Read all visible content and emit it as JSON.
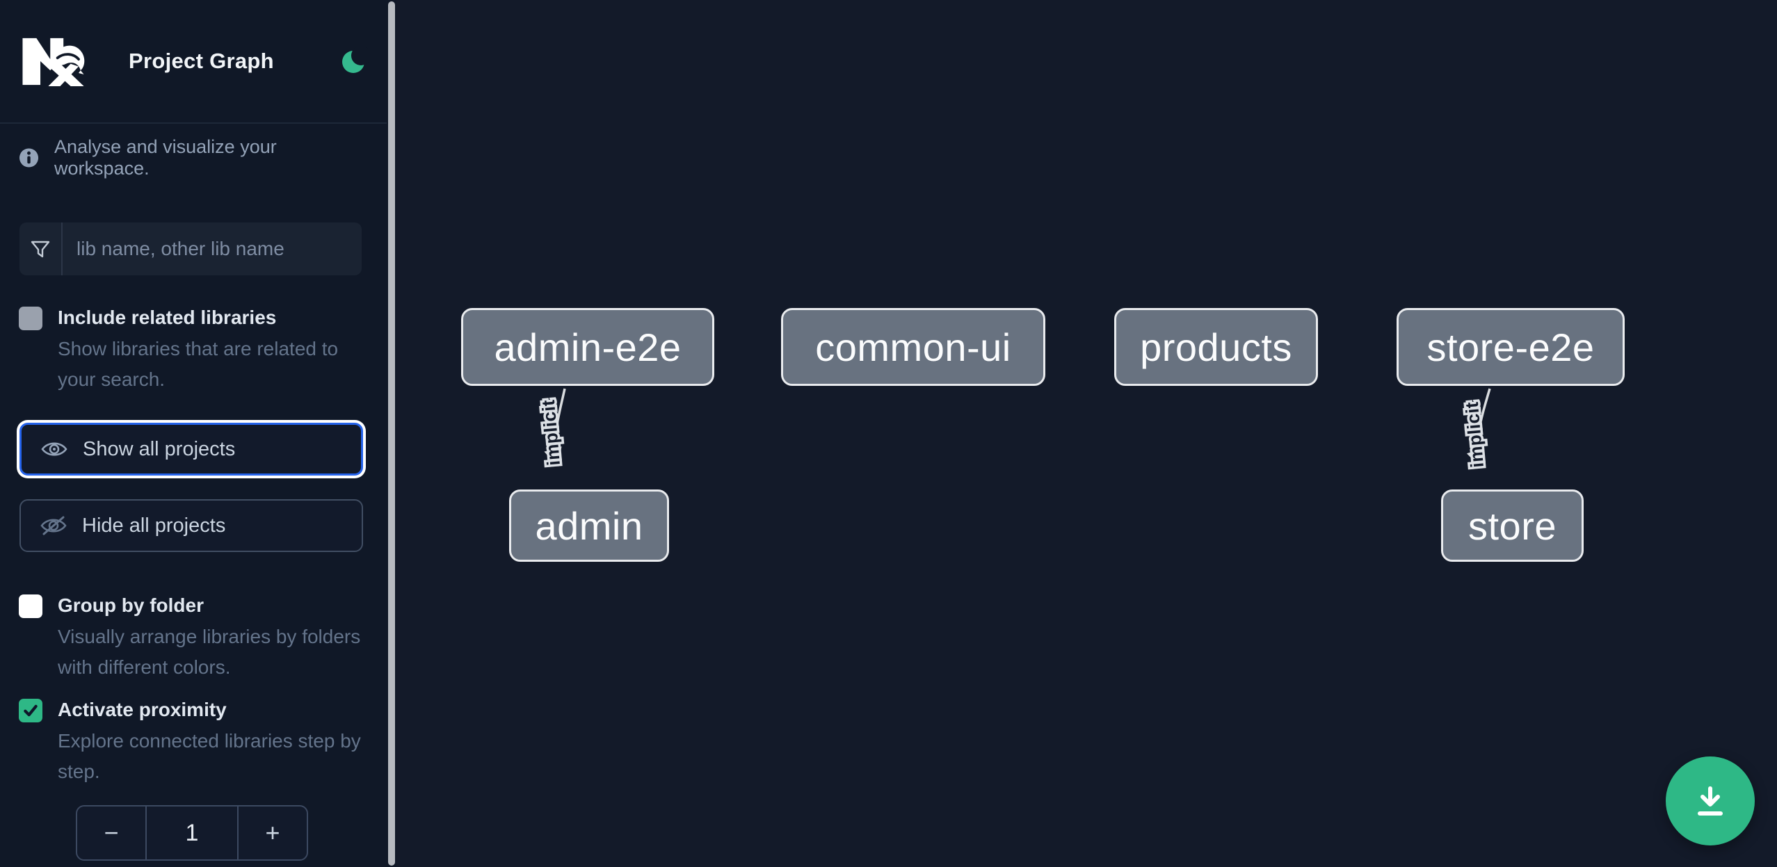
{
  "header": {
    "title": "Project Graph"
  },
  "sidebar": {
    "tagline": "Analyse and visualize your workspace.",
    "filter": {
      "placeholder": "lib name, other lib name",
      "value": ""
    },
    "include_related": {
      "label": "Include related libraries",
      "description": "Show libraries that are related to your search.",
      "checked": false
    },
    "show_all": {
      "label": "Show all projects",
      "focused": true
    },
    "hide_all": {
      "label": "Hide all projects"
    },
    "group_by_folder": {
      "label": "Group by folder",
      "description": "Visually arrange libraries by folders with different colors.",
      "checked": false
    },
    "activate_proximity": {
      "label": "Activate proximity",
      "description": "Explore connected libraries step by step.",
      "checked": true
    },
    "stepper": {
      "decrement": "−",
      "value": "1",
      "increment": "+"
    }
  },
  "graph": {
    "nodes": [
      {
        "label": "admin-e2e"
      },
      {
        "label": "common-ui"
      },
      {
        "label": "products"
      },
      {
        "label": "store-e2e"
      },
      {
        "label": "admin"
      },
      {
        "label": "store"
      }
    ],
    "edges": [
      {
        "from": "admin-e2e",
        "to": "admin",
        "label": "implicit"
      },
      {
        "from": "store-e2e",
        "to": "store",
        "label": "implicit"
      }
    ]
  },
  "icons": {
    "logo": "nx-logo",
    "theme": "moon-icon",
    "info": "info-icon",
    "filter": "funnel-icon",
    "show": "eye-icon",
    "hide": "eye-off-icon",
    "download": "download-icon",
    "checked": "check-icon"
  },
  "colors": {
    "sidebar_bg": "#101827",
    "canvas_bg": "#131a29",
    "accent_blue": "#2563eb",
    "accent_green": "#2eb886",
    "node_fill": "#687280",
    "node_border": "#e9ebee",
    "edge_line": "#d9dcdf"
  }
}
